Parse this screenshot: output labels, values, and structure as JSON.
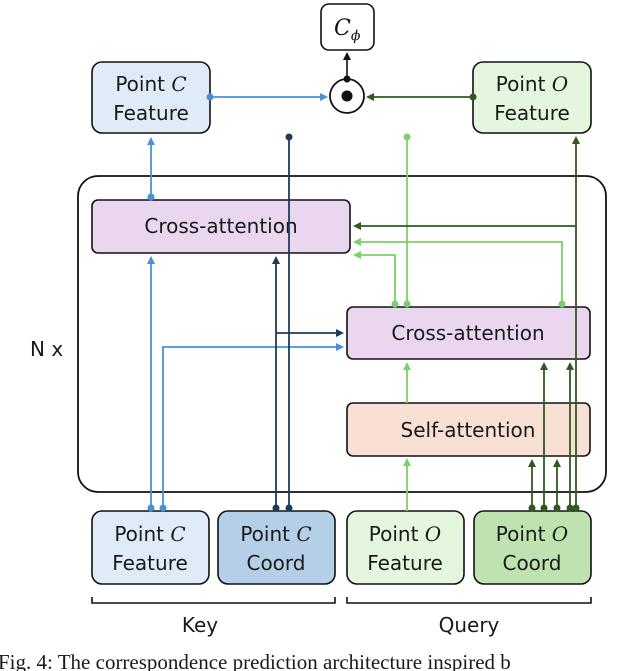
{
  "output": {
    "label": "C",
    "subscript": "ϕ"
  },
  "top": {
    "point_c_feature": {
      "line1": "Point ",
      "var": "C",
      "line2": "Feature"
    },
    "point_o_feature": {
      "line1": "Point ",
      "var": "O",
      "line2": "Feature"
    }
  },
  "blocks": {
    "cross_attention_key": "Cross-attention",
    "cross_attention_query": "Cross-attention",
    "self_attention": "Self-attention"
  },
  "repeat_label": "N x",
  "inputs": {
    "c_feature": {
      "line1": "Point ",
      "var": "C",
      "line2": "Feature"
    },
    "c_coord": {
      "line1": "Point ",
      "var": "C",
      "line2": "Coord"
    },
    "o_feature": {
      "line1": "Point ",
      "var": "O",
      "line2": "Feature"
    },
    "o_coord": {
      "line1": "Point ",
      "var": "O",
      "line2": "Coord"
    }
  },
  "groups": {
    "key": "Key",
    "query": "Query"
  },
  "caption": "Fig.  4:  The  correspondence  prediction  architecture  inspired  b",
  "colors": {
    "blue_light": "#4a90d9",
    "blue_dark": "#1f3a5a",
    "green_light": "#7ccf6a",
    "green_dark": "#2f5a1f",
    "pink": "#ead6ee",
    "peach": "#f8e0d4"
  }
}
